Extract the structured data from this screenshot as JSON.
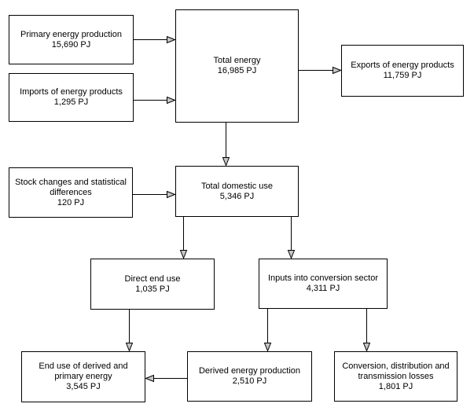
{
  "diagram": {
    "type": "flowchart",
    "colors": {
      "background": "#ffffff",
      "box_fill": "#ffffff",
      "box_border": "#000000",
      "arrow_line": "#000000",
      "arrow_head_fill": "#c6c6c6"
    },
    "boxes": [
      {
        "name": "primary-energy-production",
        "label": "Primary energy production",
        "value": "15,690 PJ"
      },
      {
        "name": "imports-of-energy-products",
        "label": "Imports of energy products",
        "value": "1,295 PJ"
      },
      {
        "name": "total-energy",
        "label": "Total energy",
        "value": "16,985 PJ"
      },
      {
        "name": "exports-of-energy-products",
        "label": "Exports of energy products",
        "value": "11,759 PJ"
      },
      {
        "name": "stock-changes",
        "label": "Stock changes and statistical\ndifferences",
        "value": "120 PJ"
      },
      {
        "name": "total-domestic-use",
        "label": "Total domestic use",
        "value": "5,346 PJ"
      },
      {
        "name": "direct-end-use",
        "label": "Direct end use",
        "value": "1,035 PJ"
      },
      {
        "name": "inputs-into-conversion-sector",
        "label": "Inputs into conversion sector",
        "value": "4,311 PJ"
      },
      {
        "name": "end-use-of-derived-and-primary",
        "label": "End use of derived and\nprimary energy",
        "value": "3,545 PJ"
      },
      {
        "name": "derived-energy-production",
        "label": "Derived energy production",
        "value": "2,510 PJ"
      },
      {
        "name": "conversion-losses",
        "label": "Conversion, distribution and\ntransmission losses",
        "value": "1,801 PJ"
      }
    ],
    "connectors": [
      {
        "from": "primary-energy-production",
        "to": "total-energy"
      },
      {
        "from": "imports-of-energy-products",
        "to": "total-energy"
      },
      {
        "from": "total-energy",
        "to": "exports-of-energy-products"
      },
      {
        "from": "total-energy",
        "to": "total-domestic-use"
      },
      {
        "from": "stock-changes",
        "to": "total-domestic-use"
      },
      {
        "from": "total-domestic-use",
        "to": "direct-end-use"
      },
      {
        "from": "total-domestic-use",
        "to": "inputs-into-conversion-sector"
      },
      {
        "from": "direct-end-use",
        "to": "end-use-of-derived-and-primary"
      },
      {
        "from": "inputs-into-conversion-sector",
        "to": "derived-energy-production"
      },
      {
        "from": "inputs-into-conversion-sector",
        "to": "conversion-losses"
      },
      {
        "from": "derived-energy-production",
        "to": "end-use-of-derived-and-primary"
      }
    ]
  }
}
